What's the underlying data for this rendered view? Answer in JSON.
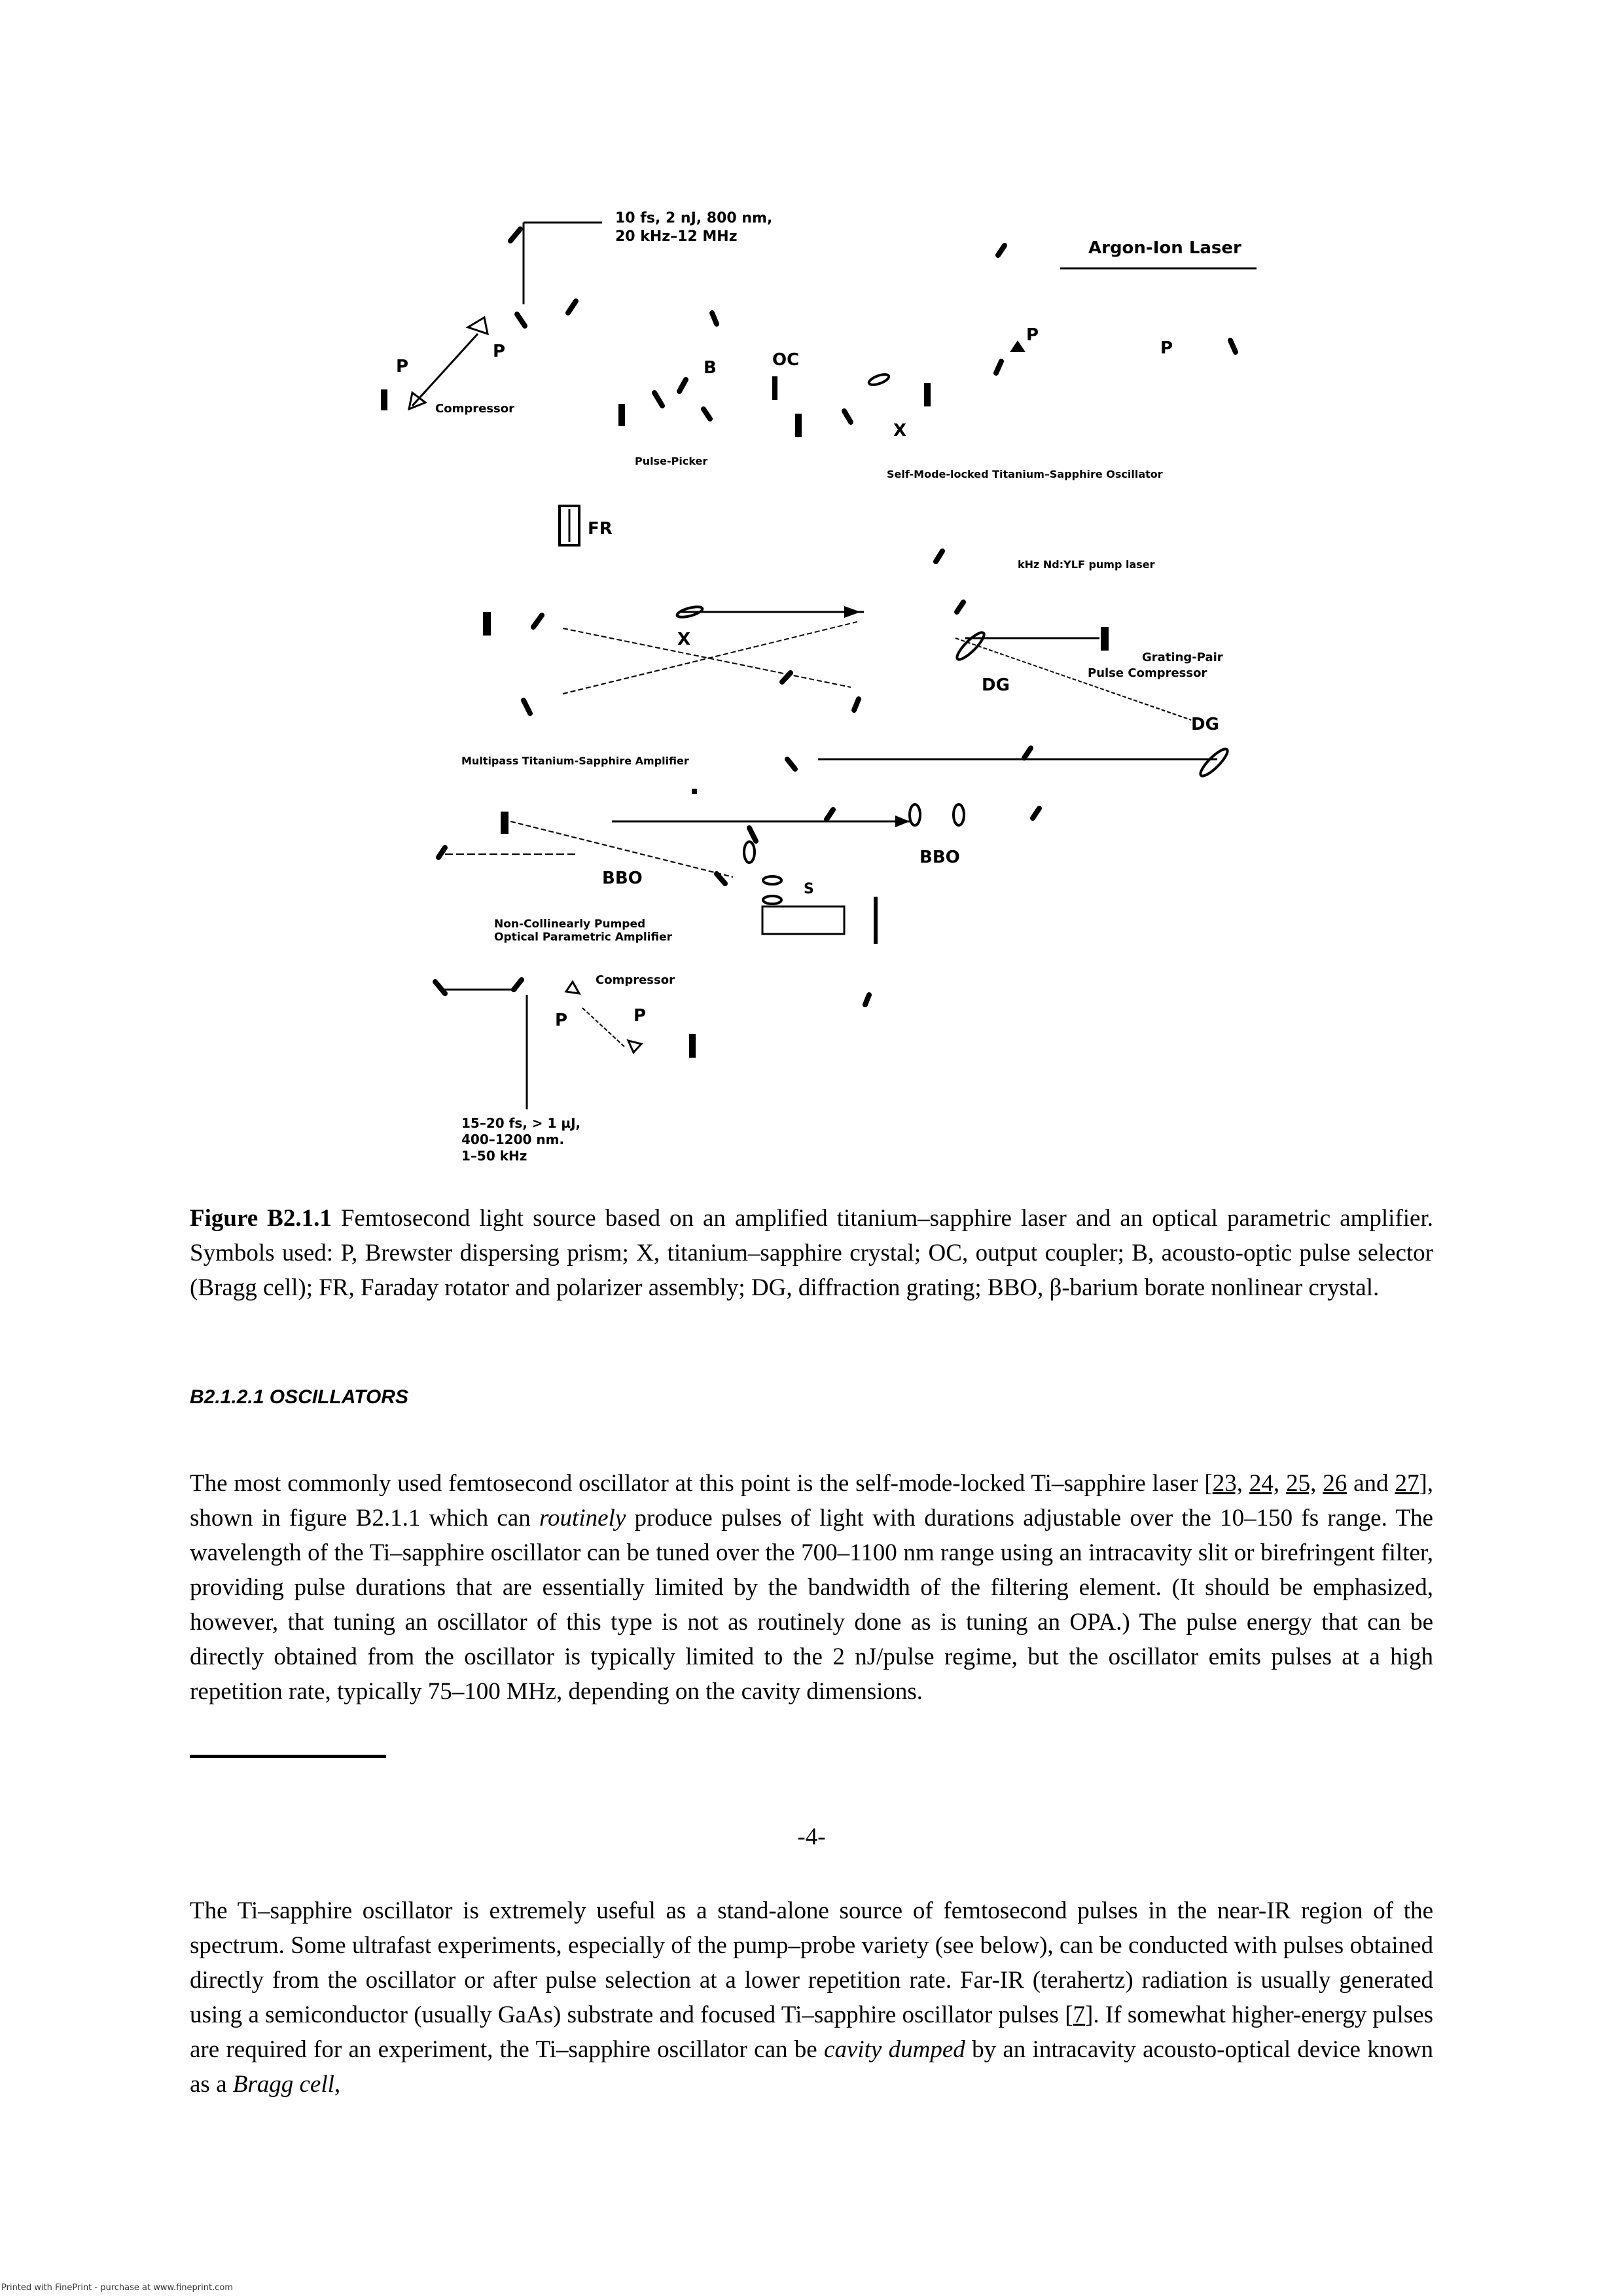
{
  "figure": {
    "labels": {
      "top_output_line1": "10 fs, 2 nJ, 800 nm,",
      "top_output_line2": "20 kHz–12 MHz",
      "argon_laser": "Argon-Ion Laser",
      "compressor_top": "Compressor",
      "pulse_picker": "Pulse-Picker",
      "oscillator": "Self-Mode-locked Titanium–Sapphire Oscillator",
      "fr": "FR",
      "pump_laser": "kHz Nd:YLF pump laser",
      "grating_pair_line1": "Grating-Pair",
      "grating_pair_line2": "Pulse Compressor",
      "amplifier": "Multipass Titanium-Sapphire Amplifier",
      "bbo": "BBO",
      "nopa_line1": "Non-Collinearly Pumped",
      "nopa_line2": "Optical Parametric Amplifier",
      "compressor_bottom": "Compressor",
      "bottom_output_line1": "15–20 fs, > 1 µJ,",
      "bottom_output_line2": "400–1200 nm.",
      "bottom_output_line3": "1–50 kHz",
      "p": "P",
      "b": "B",
      "oc": "OC",
      "x": "X",
      "dg": "DG",
      "s": "S"
    }
  },
  "caption": {
    "label": "Figure B2.1.1",
    "text": " Femtosecond light source based on an amplified titanium–sapphire laser and an optical parametric amplifier. Symbols used: P, Brewster dispersing prism; X, titanium–sapphire crystal; OC, output coupler; B, acousto-optic pulse selector (Bragg cell); FR, Faraday rotator and polarizer assembly; DG, diffraction grating; BBO, β-barium borate nonlinear crystal."
  },
  "section_heading": "B2.1.2.1 OSCILLATORS",
  "paragraph1": {
    "t1": "The most commonly used femtosecond oscillator at this point is the self-mode-locked Ti–sapphire laser [",
    "r1": "23,",
    "s1": " ",
    "r2": "24,",
    "s2": " ",
    "r3": "25,",
    "s3": " ",
    "r4": "26",
    "t2": " and ",
    "r5": "27",
    "t3": "], shown in figure B2.1.1 which can ",
    "em1": "routinely",
    "t4": " produce pulses of light with durations adjustable over the 10–150 fs range. The wavelength of the Ti–sapphire oscillator can be tuned over the 700–1100 nm range using an intracavity slit or birefringent filter, providing pulse durations that are essentially limited by the bandwidth of the filtering element. (It should be emphasized, however, that tuning an oscillator of this type is not as routinely done as is tuning an OPA.) The pulse energy that can be directly obtained from the oscillator is typically limited to the 2 nJ/pulse regime, but the oscillator emits pulses at a high repetition rate, typically 75–100 MHz, depending on the cavity dimensions."
  },
  "page_number": "-4-",
  "paragraph2": {
    "t1": "The Ti–sapphire oscillator is extremely useful as a stand-alone source of femtosecond pulses in the near-IR region of the spectrum. Some ultrafast experiments, especially of the pump–probe variety (see below), can be conducted with pulses obtained directly from the oscillator or after pulse selection at a lower repetition rate. Far-IR (terahertz) radiation is usually generated using a semiconductor (usually GaAs) substrate and focused Ti–sapphire oscillator pulses [",
    "r1": "7",
    "t2": "]. If somewhat higher-energy pulses are required for an experiment, the Ti–sapphire oscillator can be ",
    "em1": "cavity dumped",
    "t3": " by an intracavity acousto-optical device known as a ",
    "em2": "Bragg cell",
    "t4": ","
  },
  "footer": "Printed with FinePrint - purchase at www.fineprint.com"
}
